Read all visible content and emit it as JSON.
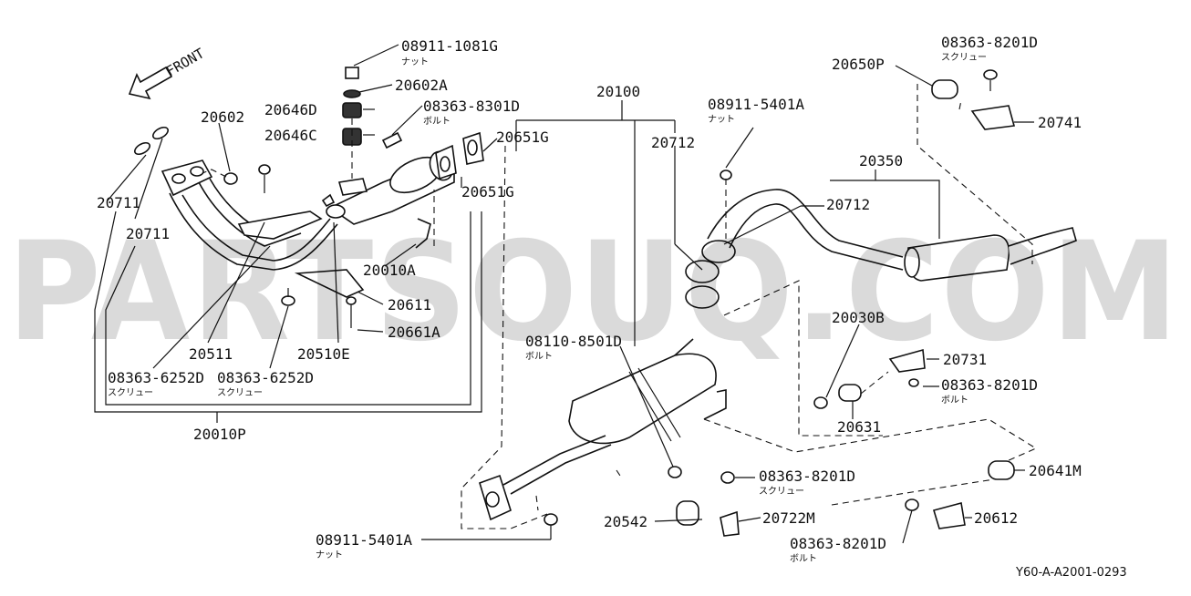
{
  "watermark": "PARTSOUQ.COM",
  "front_label": "FRONT",
  "diagram_code": "Y60-A-A2001-0293",
  "callouts": [
    {
      "num": "08911-1081G",
      "sub": "ナット"
    },
    {
      "num": "20602A"
    },
    {
      "num": "20646D"
    },
    {
      "num": "20646C"
    },
    {
      "num": "08363-8301D",
      "sub": "ボルト"
    },
    {
      "num": "20602"
    },
    {
      "num": "20651G"
    },
    {
      "num": "20651G"
    },
    {
      "num": "20711"
    },
    {
      "num": "20711"
    },
    {
      "num": "20010A"
    },
    {
      "num": "20611"
    },
    {
      "num": "20661A"
    },
    {
      "num": "20511"
    },
    {
      "num": "20510E"
    },
    {
      "num": "08363-6252D",
      "sub": "スクリュー"
    },
    {
      "num": "08363-6252D",
      "sub": "スクリュー"
    },
    {
      "num": "20010P"
    },
    {
      "num": "20100"
    },
    {
      "num": "20712"
    },
    {
      "num": "08911-5401A",
      "sub": "ナット"
    },
    {
      "num": "20650P"
    },
    {
      "num": "08363-8201D",
      "sub": "スクリュー"
    },
    {
      "num": "20741"
    },
    {
      "num": "20350"
    },
    {
      "num": "20712"
    },
    {
      "num": "08110-8501D",
      "sub": "ボルト"
    },
    {
      "num": "20030B"
    },
    {
      "num": "20731"
    },
    {
      "num": "08363-8201D",
      "sub": "ボルト"
    },
    {
      "num": "20631"
    },
    {
      "num": "08363-8201D",
      "sub": "スクリュー"
    },
    {
      "num": "20641M"
    },
    {
      "num": "20542"
    },
    {
      "num": "20722M"
    },
    {
      "num": "20612"
    },
    {
      "num": "08363-8201D",
      "sub": "ボルト"
    },
    {
      "num": "08911-5401A",
      "sub": "ナット"
    }
  ]
}
